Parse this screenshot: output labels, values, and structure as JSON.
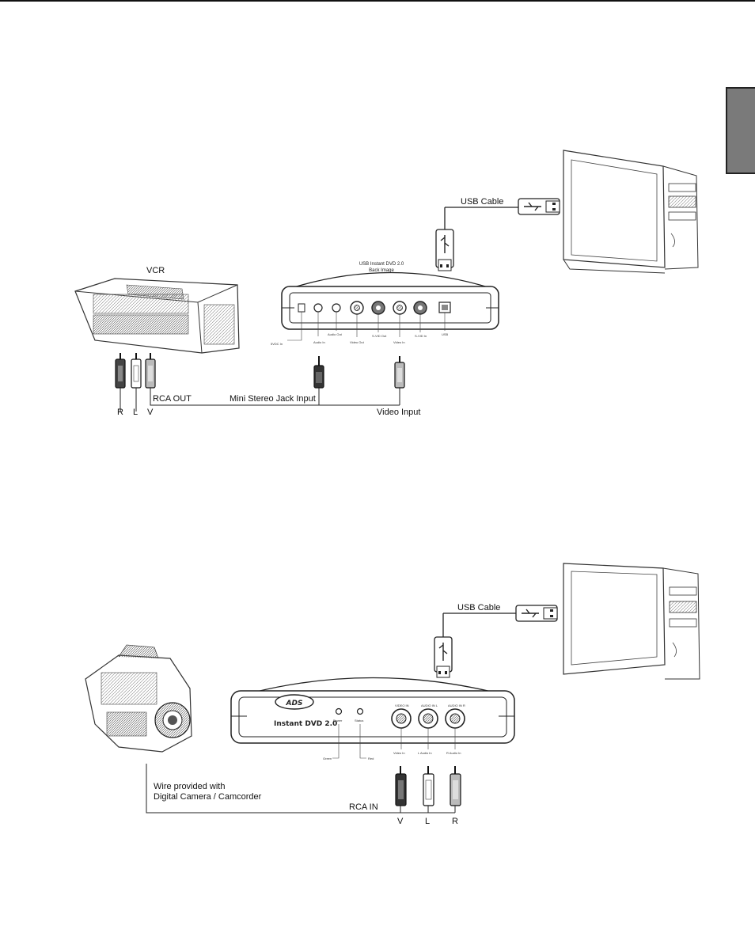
{
  "page": {
    "tab_color": "#7a7a7a"
  },
  "diagram1": {
    "source_device": "VCR",
    "usb_cable": "USB Cable",
    "device_caption_line1": "USB Instant DVD 2.0",
    "device_caption_line2": "Back Image",
    "port_labels": [
      "5VDC In",
      "Audio In",
      "Audio Out",
      "Video Out",
      "S-VID Out",
      "Video In",
      "S-VID In",
      "USB"
    ],
    "rca_out": "RCA OUT",
    "connector_r": "R",
    "connector_l": "L",
    "connector_v": "V",
    "mini_jack": "Mini Stereo Jack Input",
    "video_input": "Video Input"
  },
  "diagram2": {
    "usb_cable": "USB Cable",
    "brand_logo": "ADS",
    "product_name": "Instant DVD 2.0",
    "led_power": "Power",
    "led_status": "Status",
    "led_power_note": "Green",
    "led_status_note": "Red",
    "port_top_labels": [
      "VIDEO IN",
      "AUDIO IN L",
      "AUDIO IN R"
    ],
    "port_labels": [
      "Video In",
      "L Audio In",
      "R Audio In"
    ],
    "wire_note_line1": "Wire provided with",
    "wire_note_line2": "Digital Camera / Camcorder",
    "rca_in": "RCA IN",
    "connector_v": "V",
    "connector_l": "L",
    "connector_r": "R"
  }
}
